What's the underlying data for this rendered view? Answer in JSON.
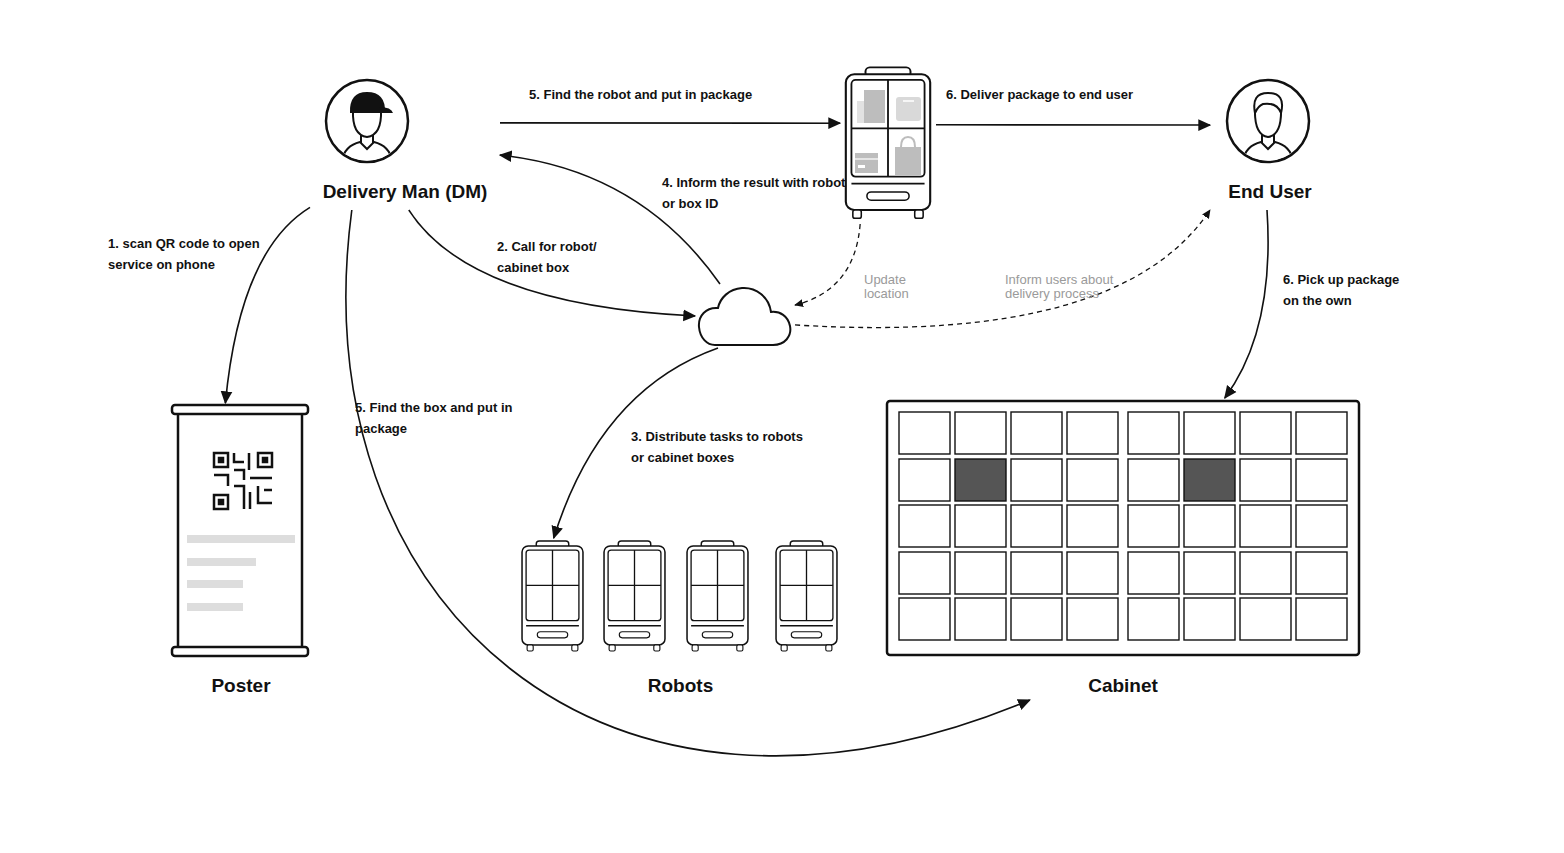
{
  "diagram": {
    "nodes": [
      {
        "text": [
          "Delivery Man (DM)"
        ]
      },
      {
        "text": []
      },
      {
        "text": [
          "End User"
        ]
      },
      {
        "text": []
      },
      {
        "text": [
          "Poster"
        ]
      },
      {
        "text": [
          "Robots"
        ]
      },
      {
        "text": [
          "Cabinet"
        ]
      }
    ],
    "edges": [
      {
        "from": 0,
        "to": 1,
        "label": "5. Find the robot and put in package",
        "arrow": "to"
      },
      {
        "from": 1,
        "to": 2,
        "label": "6. Deliver package to end user",
        "arrow": "to"
      },
      {
        "from": 3,
        "to": 0,
        "label": "4. Inform the result with robot or box ID",
        "arrow": "to"
      },
      {
        "from": 0,
        "to": 4,
        "label": "1. scan QR code to open service on phone",
        "arrow": "to"
      },
      {
        "from": 0,
        "to": 3,
        "label": "2. Call for robot/ cabinet box",
        "arrow": "to"
      },
      {
        "from": 1,
        "to": 3,
        "label": "Update location",
        "arrow": "to"
      },
      {
        "from": 3,
        "to": 2,
        "label": "Inform users about delivery process",
        "arrow": "to"
      },
      {
        "from": 3,
        "to": 5,
        "label": "3. Distribute tasks to robots or cabinet boxes",
        "arrow": "to"
      },
      {
        "from": 0,
        "to": 6,
        "label": "5. Find the box and put in package",
        "arrow": "to"
      },
      {
        "from": 2,
        "to": 6,
        "label": "6. Pick up package on the own",
        "arrow": "to"
      }
    ]
  }
}
